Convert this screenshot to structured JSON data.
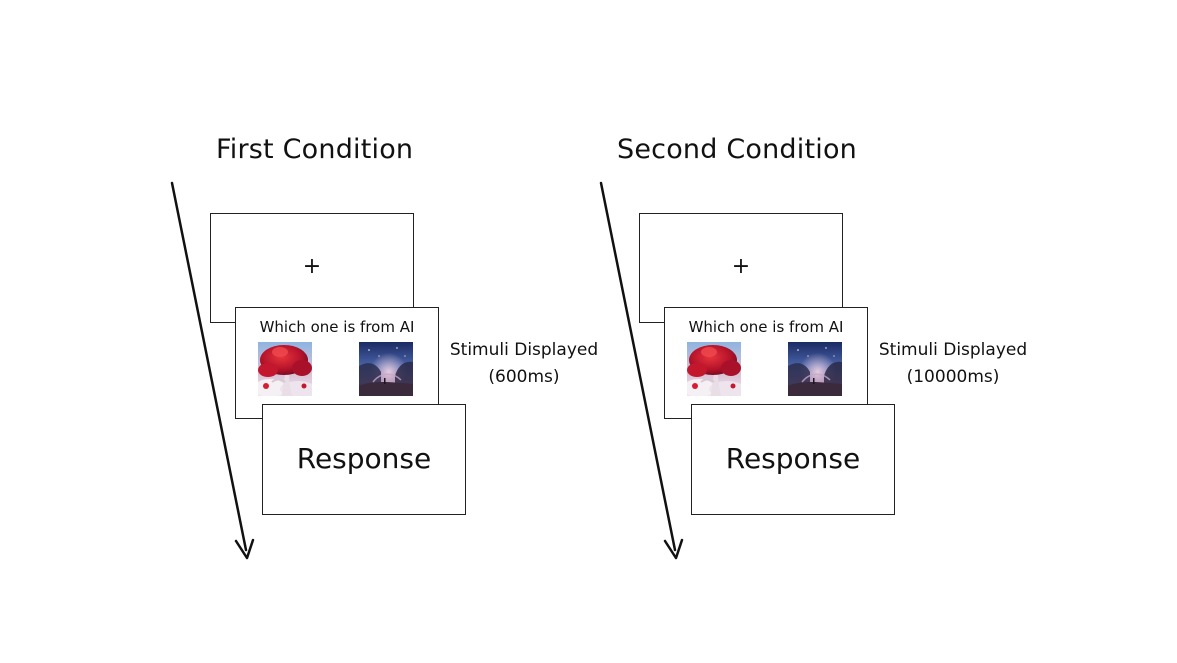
{
  "conditions": [
    {
      "title": "First Condition",
      "fixation": "+",
      "question": "Which one is from AI",
      "caption_line1": "Stimuli Displayed",
      "caption_line2": "(600ms)",
      "response": "Response"
    },
    {
      "title": "Second Condition",
      "fixation": "+",
      "question": "Which one is from AI",
      "caption_line1": "Stimuli Displayed",
      "caption_line2": "(10000ms)",
      "response": "Response"
    }
  ],
  "colors": {
    "frame_border": "#222222",
    "text": "#111111",
    "background": "#ffffff"
  },
  "icons": {
    "thumbnail_left": "red-tree-painting-thumbnail",
    "thumbnail_right": "night-sky-painting-thumbnail",
    "timeline": "time-arrow-icon"
  }
}
